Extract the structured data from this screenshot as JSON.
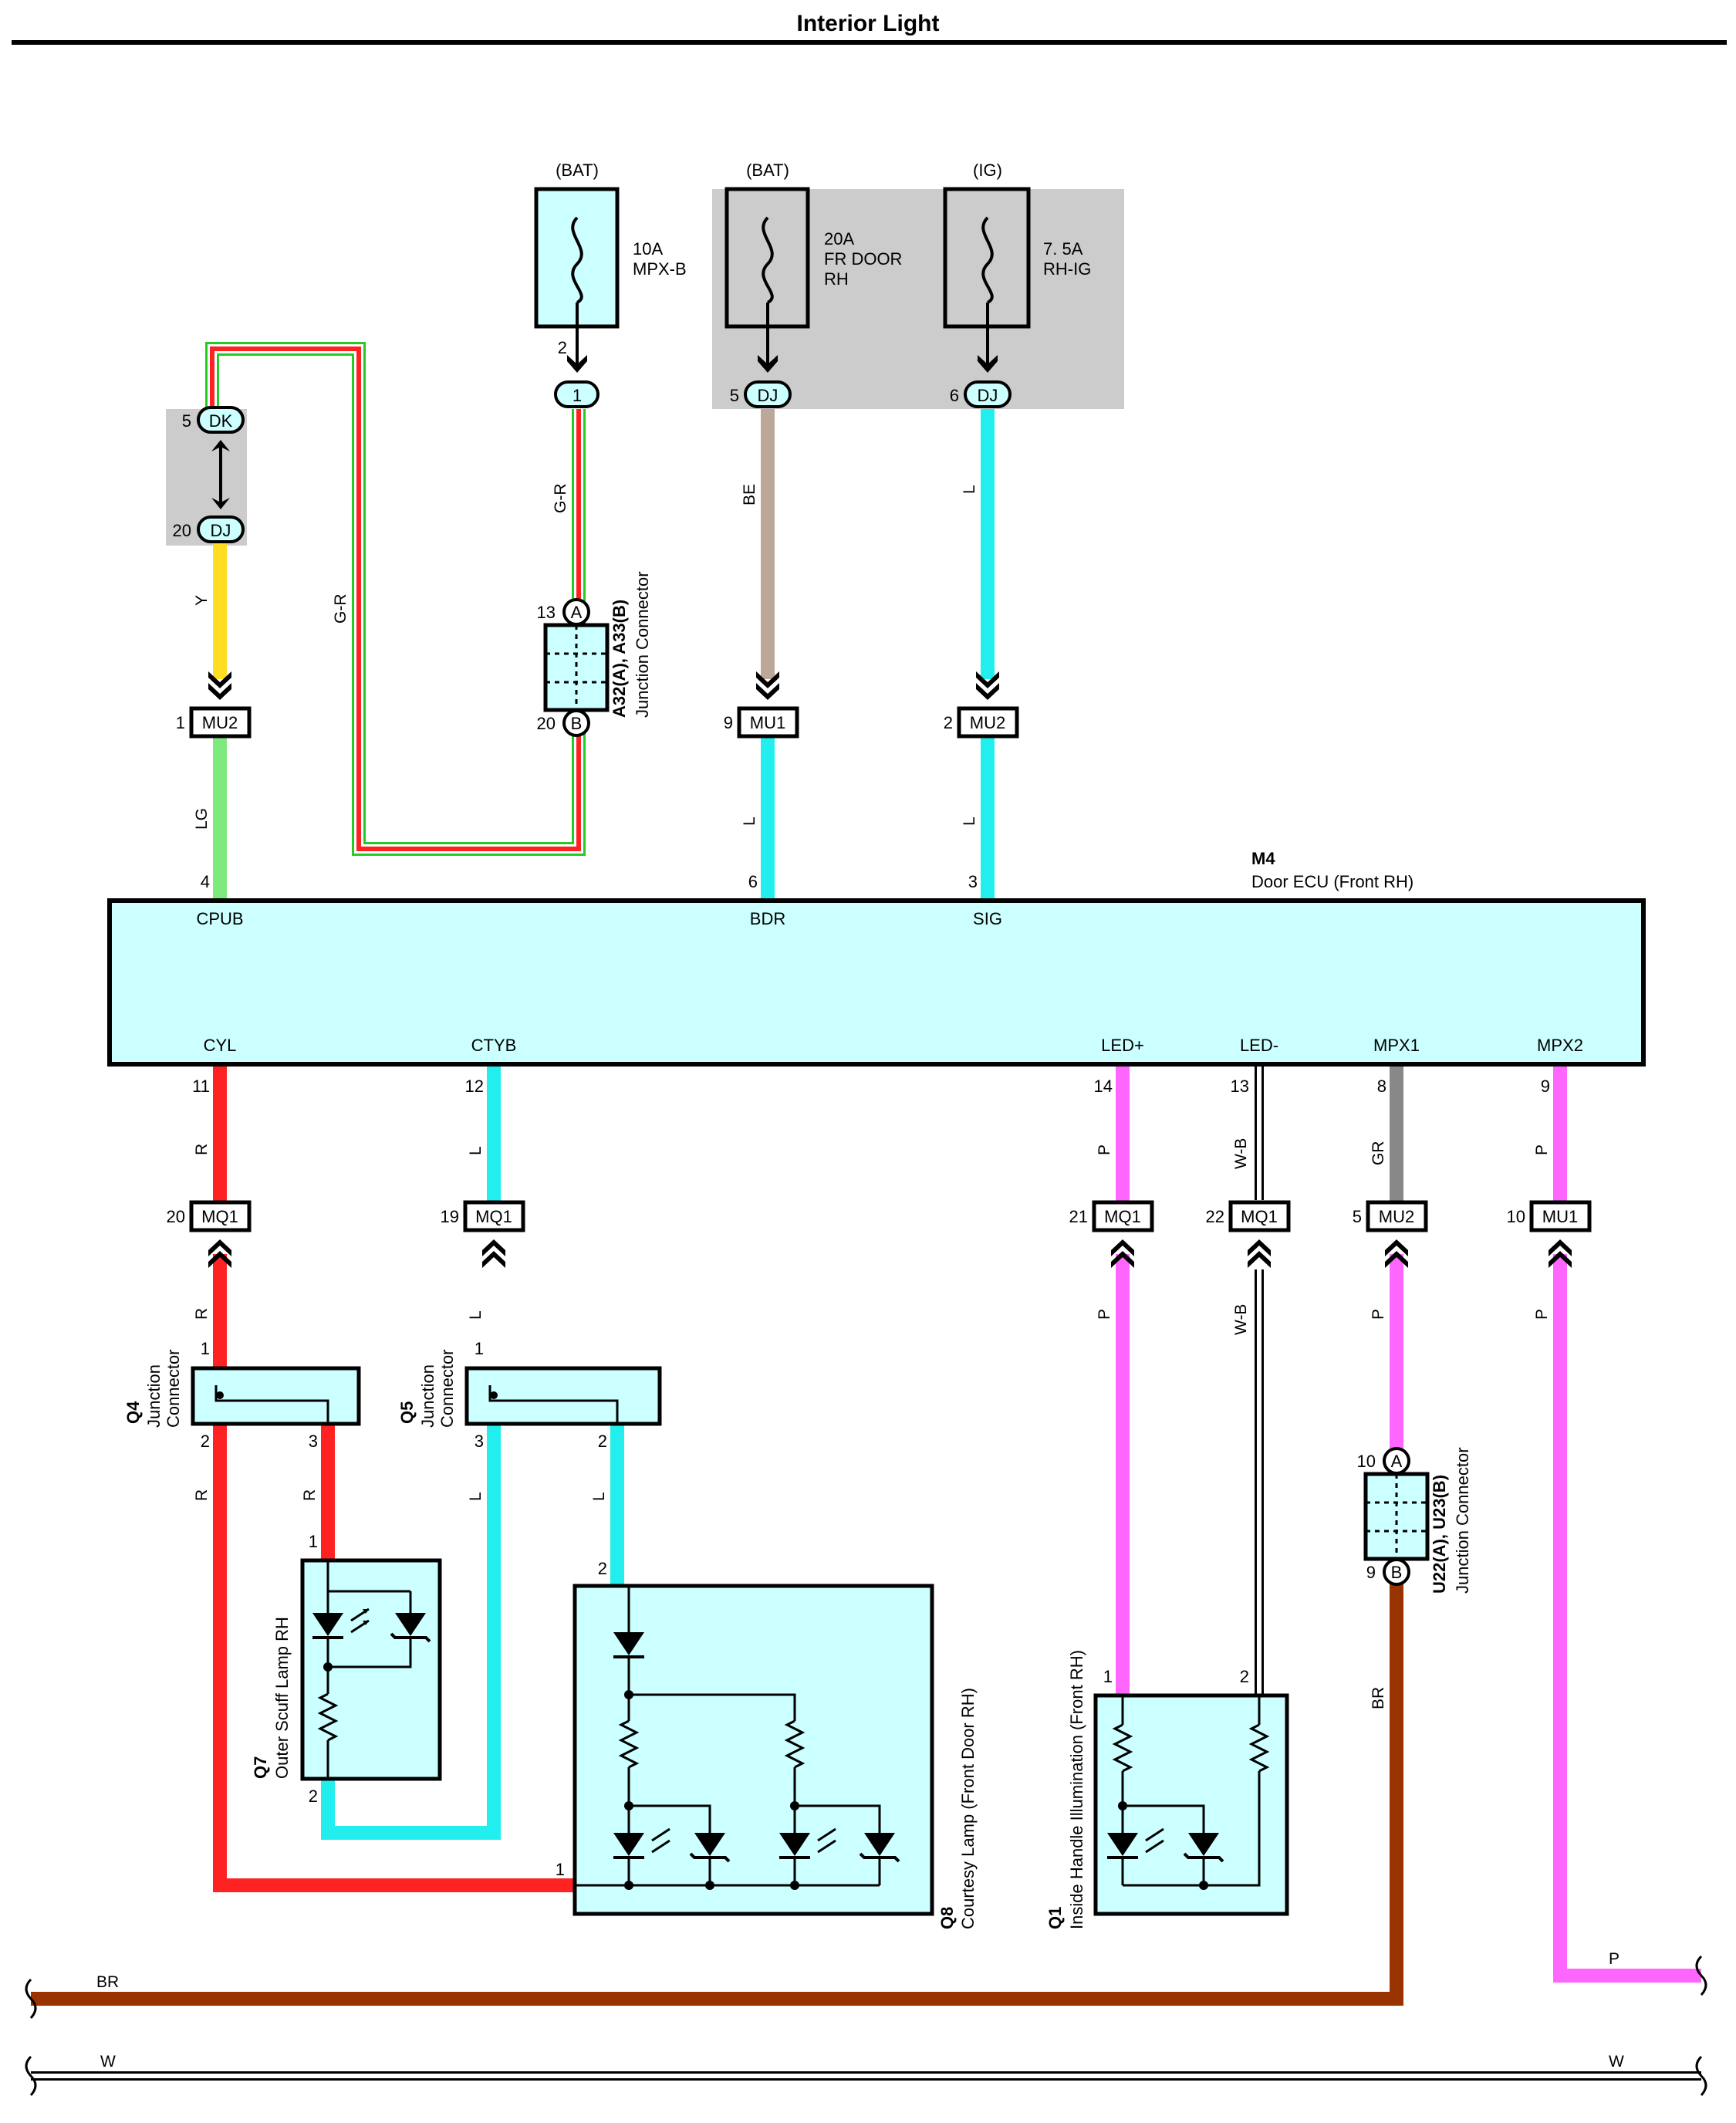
{
  "title": "Interior Light",
  "fuses": [
    {
      "source": "(BAT)",
      "rating": "10A",
      "name": "MPX-B"
    },
    {
      "source": "(BAT)",
      "rating": "20A",
      "name": "FR DOOR",
      "name2": "RH"
    },
    {
      "source": "(IG)",
      "rating": "7. 5A",
      "name": "RH-IG"
    }
  ],
  "ecu": {
    "code": "M4",
    "name": "Door ECU (Front RH)"
  },
  "ecu_top_terminals": [
    {
      "pin": "4",
      "name": "CPUB"
    },
    {
      "pin": "6",
      "name": "BDR"
    },
    {
      "pin": "3",
      "name": "SIG"
    }
  ],
  "ecu_bottom_terminals": [
    {
      "pin": "11",
      "name": "CYL"
    },
    {
      "pin": "12",
      "name": "CTYB"
    },
    {
      "pin": "14",
      "name": "LED+"
    },
    {
      "pin": "13",
      "name": "LED-"
    },
    {
      "pin": "8",
      "name": "MPX1"
    },
    {
      "pin": "9",
      "name": "MPX2"
    }
  ],
  "connectors": {
    "dk": "DK",
    "dj": "DJ",
    "mu1": "MU1",
    "mu2": "MU2",
    "mq1": "MQ1",
    "one": "1",
    "a": "A",
    "b": "B"
  },
  "pins": {
    "p5": "5",
    "p20": "20",
    "p2": "2",
    "p1": "1",
    "p6": "6",
    "p13": "13",
    "p9": "9",
    "p19": "19",
    "p21": "21",
    "p22": "22",
    "p10": "10",
    "p3": "3"
  },
  "wire_colors": {
    "Y": "Y",
    "LG": "LG",
    "GR_R": "G-R",
    "BE": "BE",
    "L": "L",
    "R": "R",
    "P": "P",
    "W_B": "W-B",
    "GR": "GR",
    "BR": "BR",
    "W": "W"
  },
  "junctions": {
    "a32": "A32(A), A33(B)",
    "a32_sub": "Junction Connector",
    "q4": "Q4",
    "q5": "Q5",
    "jc1": "Junction",
    "jc2": "Connector",
    "u22": "U22(A), U23(B)",
    "u22_sub": "Junction Connector"
  },
  "components": {
    "q7_code": "Q7",
    "q7_name": "Outer Scuff Lamp RH",
    "q8_code": "Q8",
    "q8_name": "Courtesy Lamp (Front Door RH)",
    "q1_code": "Q1",
    "q1_name": "Inside Handle Illumination (Front RH)"
  },
  "colors": {
    "yellow": "#ffdd22",
    "light_green": "#7eea7e",
    "green": "#22cc22",
    "red": "#ff2222",
    "beige": "#bba898",
    "cyan": "#22eeee",
    "magenta": "#ff66ff",
    "gray": "#888888",
    "brown": "#993300",
    "box_fill": "#ccffff",
    "shade": "#cccccc"
  }
}
